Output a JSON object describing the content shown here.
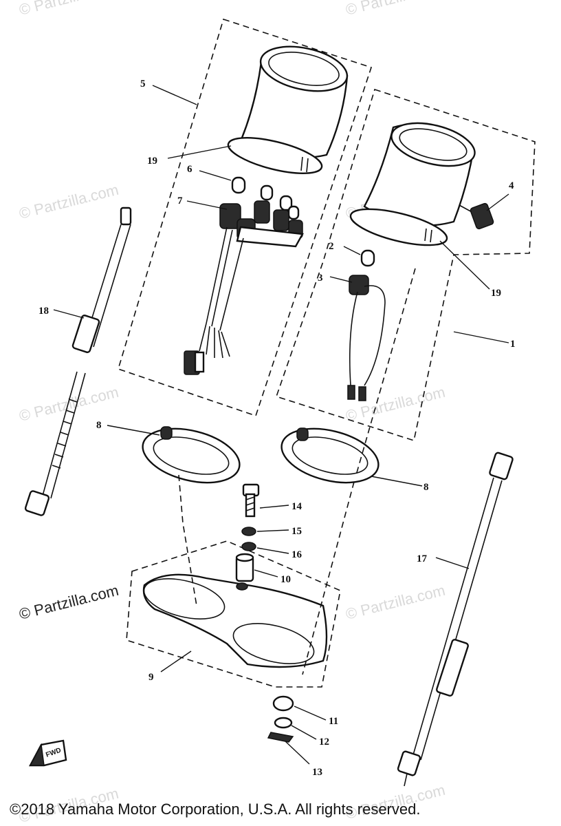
{
  "watermark": "© Partzilla.com",
  "watermark_strong": "© Partzilla.com",
  "copyright": "©2018  Yamaha Motor Corporation, U.S.A. All rights reserved.",
  "fwd_label": "FWD",
  "callouts": {
    "c1": "1",
    "c2": "2",
    "c3": "3",
    "c4": "4",
    "c5": "5",
    "c6": "6",
    "c7": "7",
    "c8a": "8",
    "c8b": "8",
    "c9": "9",
    "c10": "10",
    "c11": "11",
    "c12": "12",
    "c13": "13",
    "c14": "14",
    "c15": "15",
    "c16": "16",
    "c17": "17",
    "c18": "18",
    "c19a": "19",
    "c19b": "19"
  }
}
